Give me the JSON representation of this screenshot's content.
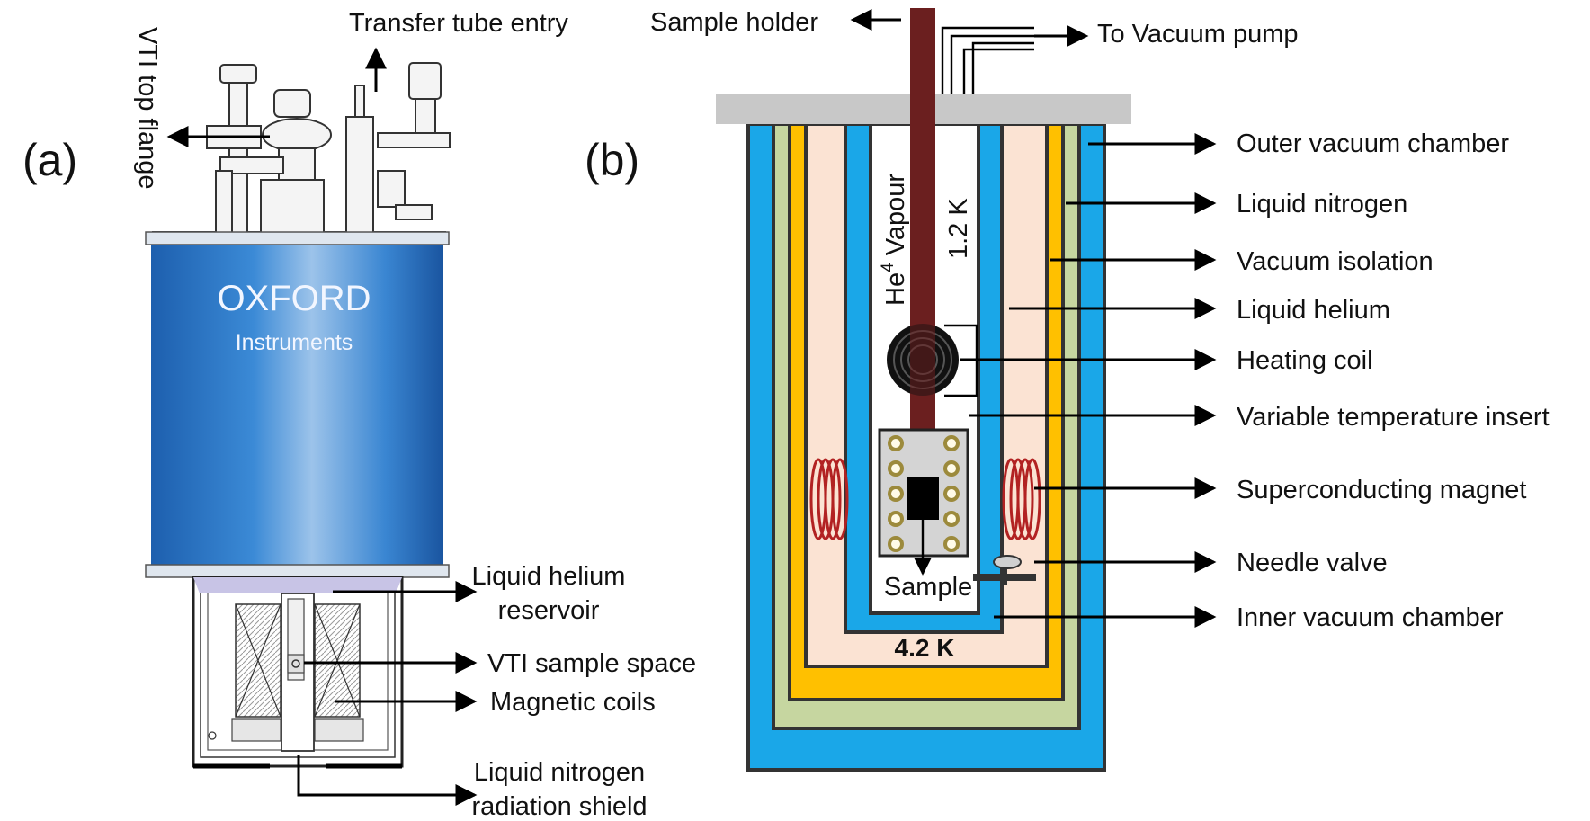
{
  "panels": {
    "a": "(a)",
    "b": "(b)"
  },
  "panel_a": {
    "brand": "OXFORD",
    "brand_sub": "Instruments",
    "labels": {
      "vti_top_flange": "VTI top flange",
      "transfer_tube_entry": "Transfer tube entry",
      "liquid_helium_reservoir_1": "Liquid helium",
      "liquid_helium_reservoir_2": "reservoir",
      "vti_sample_space": "VTI sample space",
      "magnetic_coils": "Magnetic coils",
      "liquid_nitrogen_shield_1": "Liquid nitrogen",
      "liquid_nitrogen_shield_2": "radiation shield"
    }
  },
  "panel_b": {
    "top_labels": {
      "sample_holder": "Sample holder",
      "to_vacuum_pump": "To Vacuum pump"
    },
    "inner_labels": {
      "he4_vapour_prefix": "He",
      "he4_vapour_sup": "4",
      "he4_vapour_suffix": " Vapour",
      "temp_vti": "1.2 K",
      "sample": "Sample",
      "temp_bath": "4.2 K"
    },
    "side_labels": [
      "Outer vacuum chamber",
      "Liquid nitrogen",
      "Vacuum isolation",
      "Liquid helium",
      "Heating coil",
      "Variable temperature insert",
      "Superconducting magnet",
      "Needle valve",
      "Inner vacuum chamber"
    ]
  },
  "colors": {
    "outer_vacuum": "#1aa7e8",
    "liquid_nitrogen": "#c6d6a0",
    "vacuum_isolation": "#ffc000",
    "liquid_helium": "#fbe3d3",
    "vti_wall": "#1aa7e8",
    "rod": "#6b1f1f",
    "flange": "#c8c8c8",
    "dewar_blue": "#2f7fce",
    "magnet": "#b22222"
  }
}
